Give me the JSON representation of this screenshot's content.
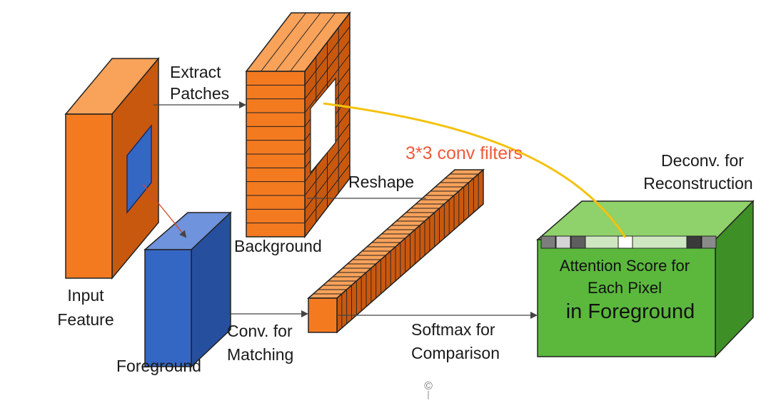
{
  "labels": {
    "extract_line1": "Extract",
    "extract_line2": "Patches",
    "input_line1": "Input",
    "input_line2": "Feature",
    "background": "Background",
    "foreground": "Foreground",
    "conv_line1": "Conv. for",
    "conv_line2": "Matching",
    "reshape": "Reshape",
    "conv_filters": "3*3 conv filters",
    "softmax_line1": "Softmax for",
    "softmax_line2": "Comparison",
    "deconv_line1": "Deconv. for",
    "deconv_line2": "Reconstruction",
    "attention_line1": "Attention Score for",
    "attention_line2": "Each Pixel",
    "attention_line3": "in Foreground",
    "watermark": "©"
  },
  "colors": {
    "orange_front": "#f47a20",
    "orange_top": "#f9a25a",
    "orange_side": "#c9580f",
    "blue_front": "#3466c4",
    "blue_top": "#6f93dc",
    "blue_side": "#264f9e",
    "green_front": "#5bb83d",
    "green_top": "#8fd16a",
    "green_side": "#3f8f27",
    "yellow_arc": "#f4c20d",
    "red_text": "#f05a3a"
  },
  "strip_cells": [
    {
      "color": "#7d7d7d"
    },
    {
      "color": "#d4d4d4"
    },
    {
      "color": "#5e5e5e"
    },
    {
      "color": "#ffffff"
    },
    {
      "color": "#3a3a3a"
    },
    {
      "color": "#8a8a8a"
    }
  ]
}
